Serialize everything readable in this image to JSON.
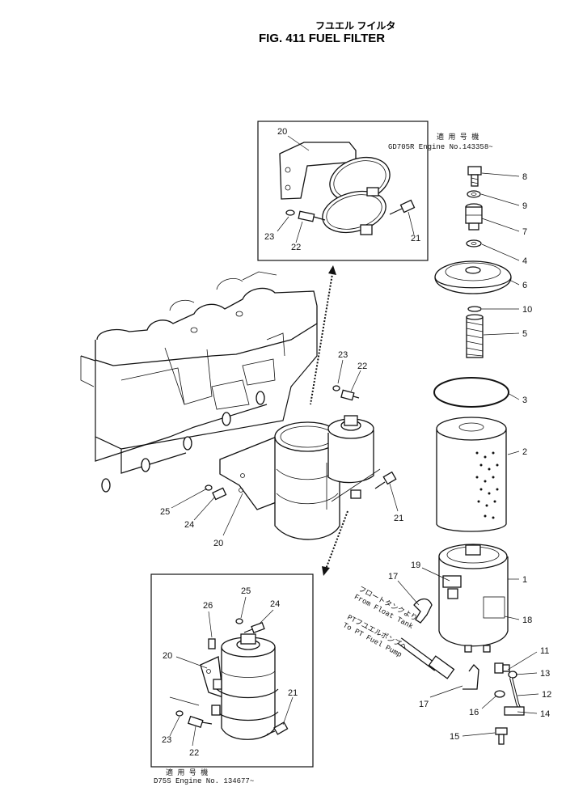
{
  "header": {
    "jp_title": "フユエル フイルタ",
    "fig_title": "FIG. 411  FUEL  FILTER"
  },
  "notes": {
    "top_jp": "適 用 号 機",
    "top_engine": "GD705R  Engine  No.143358~",
    "bottom_jp": "適 用 号 機",
    "bottom_engine": "D75S Engine No. 134677~"
  },
  "pipe_labels": {
    "from_jp": "フロートタンクより",
    "from_en": "From Float Tank",
    "to_jp": "PTフユエルポンプへ",
    "to_en": "To PT Fuel Pump"
  },
  "callouts": {
    "c8": "8",
    "c9": "9",
    "c7": "7",
    "c4": "4",
    "c6": "6",
    "c10": "10",
    "c5": "5",
    "c3": "3",
    "c2": "2",
    "c1": "1",
    "c18": "18",
    "c19": "19",
    "c17a": "17",
    "c17b": "17",
    "c11": "11",
    "c13": "13",
    "c12": "12",
    "c14": "14",
    "c16": "16",
    "c15": "15",
    "t20": "20",
    "t23": "23",
    "t22": "22",
    "t21": "21",
    "m23": "23",
    "m22": "22",
    "m21": "21",
    "m25": "25",
    "m24": "24",
    "m20": "20",
    "b25": "25",
    "b24": "24",
    "b26": "26",
    "b20": "20",
    "b21": "21",
    "b23": "23",
    "b22": "22"
  }
}
